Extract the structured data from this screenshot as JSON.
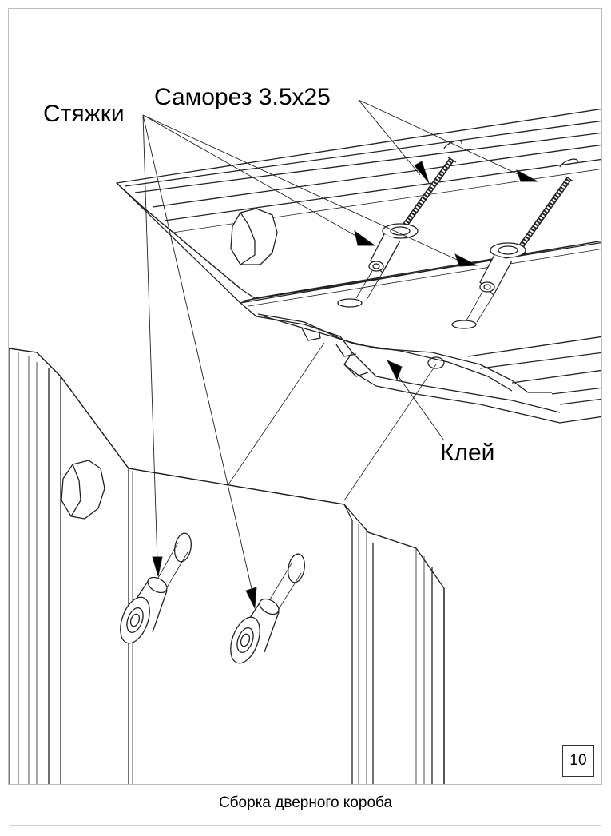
{
  "labels": {
    "screw": "Саморез 3.5х25",
    "ties": "Стяжки",
    "glue": "Клей"
  },
  "page_number": "10",
  "caption": "Сборка дверного короба",
  "colors": {
    "line": "#222222",
    "frame_border": "#bdbdbd"
  }
}
